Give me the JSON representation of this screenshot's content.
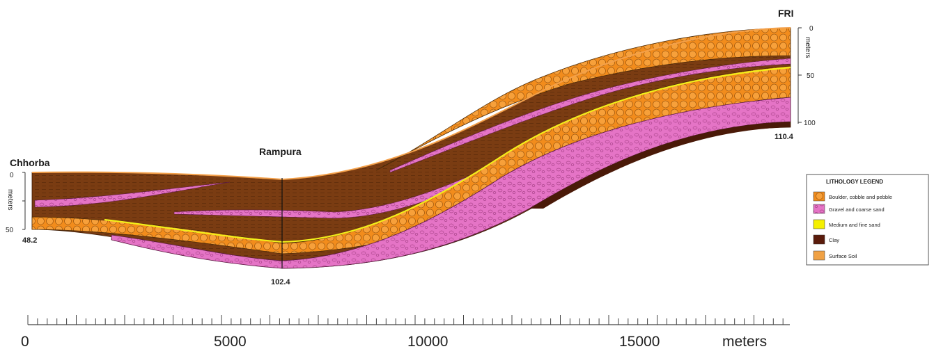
{
  "wells": [
    {
      "name": "Chhorba",
      "total_depth": "48.2"
    },
    {
      "name": "Rampura",
      "total_depth": "102.4"
    },
    {
      "name": "FRI",
      "total_depth": "110.4"
    }
  ],
  "depth_scale_left": {
    "unit": "meters",
    "ticks": [
      "0",
      "50"
    ]
  },
  "depth_scale_right": {
    "unit": "meters",
    "ticks": [
      "0",
      "50",
      "100"
    ]
  },
  "distance_axis": {
    "unit": "meters",
    "labels": [
      "0",
      "5000",
      "10000",
      "15000"
    ]
  },
  "legend": {
    "title": "LITHOLOGY LEGEND",
    "items": [
      {
        "label": "Boulder, cobble and pebble",
        "color": "#f08a1e",
        "icon": "boulder-swatch"
      },
      {
        "label": "Gravel and coarse sand",
        "color": "#e873c6",
        "icon": "gravel-swatch"
      },
      {
        "label": "Medium and fine  sand",
        "color": "#f5f000",
        "icon": "sand-swatch"
      },
      {
        "label": "Clay",
        "color": "#5a1b0b",
        "icon": "clay-swatch"
      },
      {
        "label": "Surface  Soil",
        "color": "#f0a144",
        "icon": "soil-swatch"
      }
    ]
  },
  "colors": {
    "clay": "#7a3c12",
    "boulder": "#f28c1c",
    "gravel": "#e574c6",
    "sand": "#f3ef1a",
    "soil": "#f3a04a"
  }
}
